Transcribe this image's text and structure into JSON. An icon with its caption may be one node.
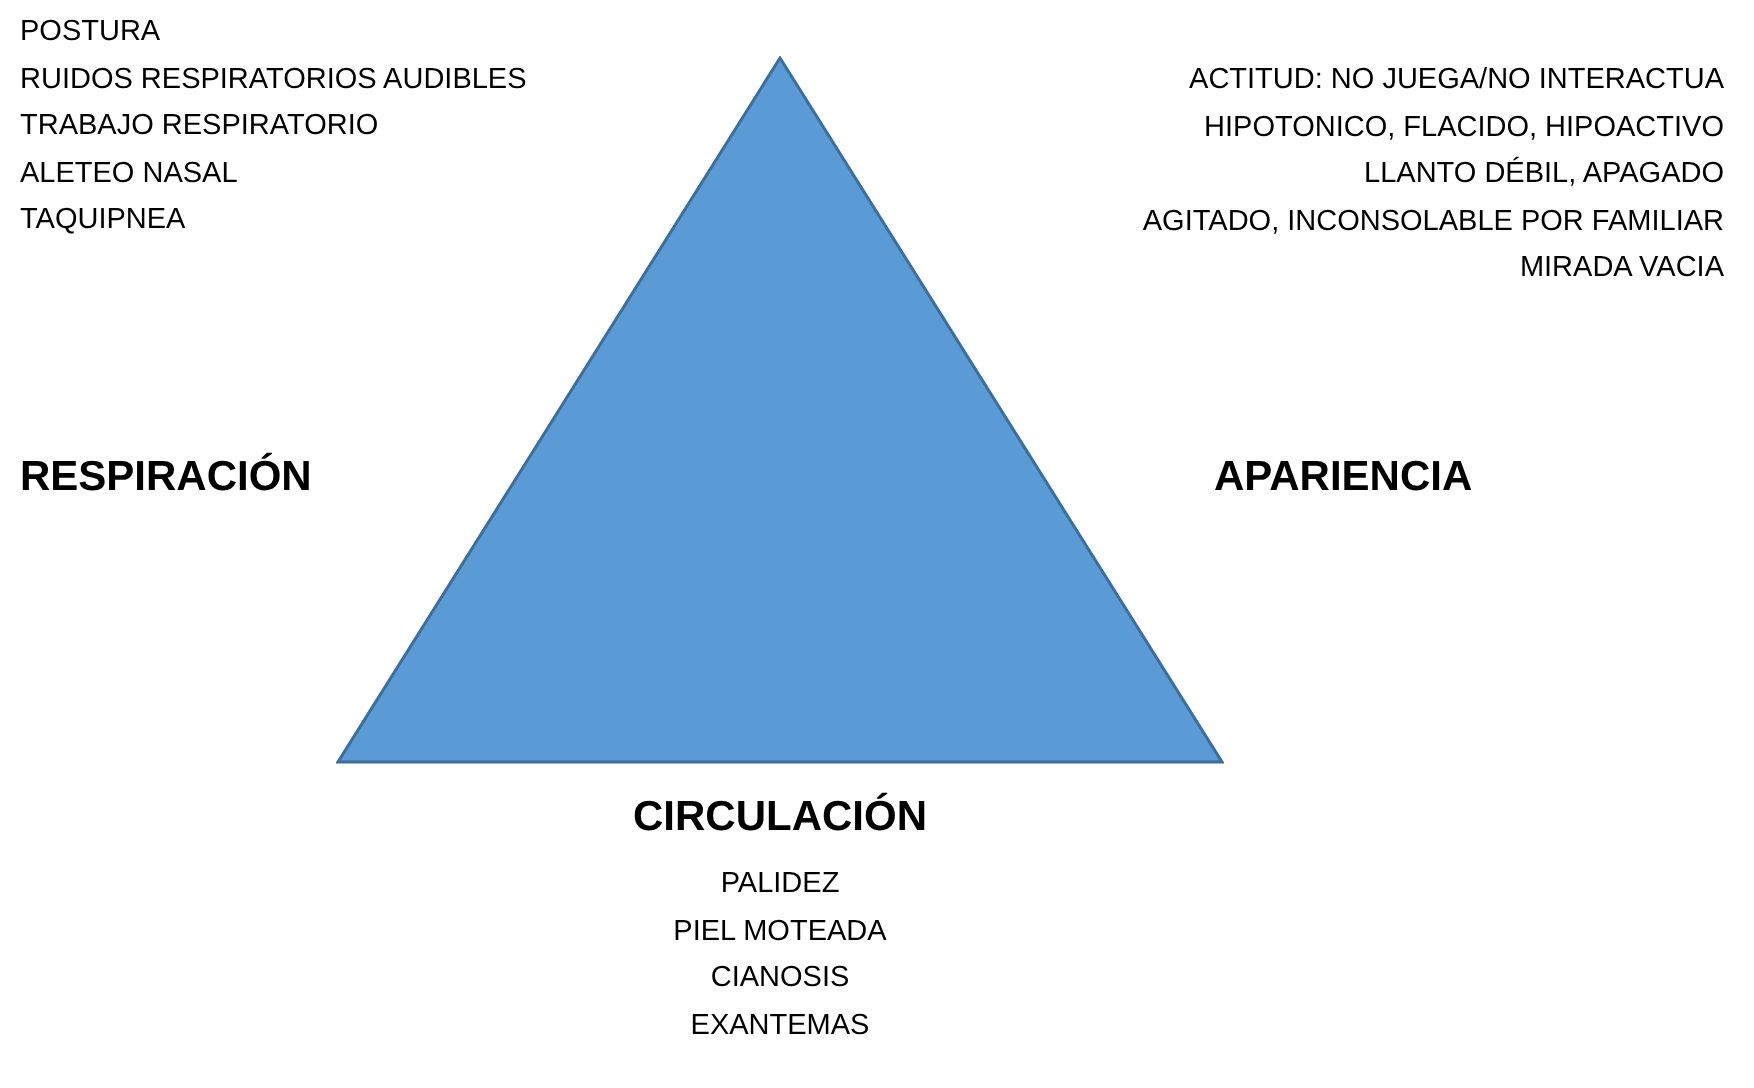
{
  "diagram": {
    "nodes": [
      {
        "text": [],
        "shape": "triangle"
      }
    ],
    "labels": [
      "POSTURA",
      "RUIDOS RESPIRATORIOS AUDIBLES",
      "TRABAJO RESPIRATORIO",
      "ALETEO NASAL",
      "TAQUIPNEA",
      "ACTITUD: NO JUEGA/NO INTERACTUA",
      "HIPOTONICO, FLACIDO, HIPOACTIVO",
      "LLANTO DÉBIL, APAGADO",
      "AGITADO, INCONSOLABLE POR FAMILIAR",
      "MIRADA VACIA",
      "RESPIRACIÓN",
      "APARIENCIA",
      "CIRCULACIÓN",
      "PALIDEZ",
      "PIEL MOTEADA",
      "CIANOSIS",
      "EXANTEMAS"
    ]
  }
}
